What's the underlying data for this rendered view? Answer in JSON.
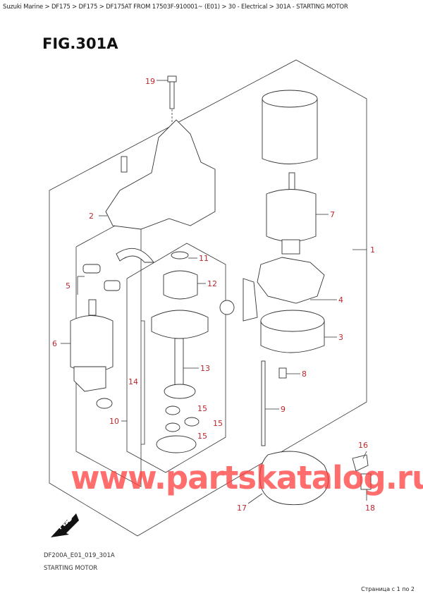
{
  "breadcrumb": "Suzuki Marine > DF175 > DF175 > DF175AT FROM 17503F-910001~ (E01) > 30 - Electrical > 301A - STARTING MOTOR",
  "figure_title": "FIG.301A",
  "callouts": [
    "19",
    "2",
    "7",
    "1",
    "11",
    "12",
    "5",
    "4",
    "6",
    "3",
    "13",
    "8",
    "14",
    "9",
    "15",
    "15",
    "15",
    "10",
    "16",
    "17",
    "18"
  ],
  "fwd_label": "FWD",
  "watermark": "www.partskatalog.ru",
  "drawing_code": "DF200A_E01_019_301A",
  "drawing_title": "STARTING MOTOR",
  "pagination": "Страница с 1 по 2",
  "colors": {
    "callout": "#c0272d",
    "watermark": "#ff3c3c"
  }
}
